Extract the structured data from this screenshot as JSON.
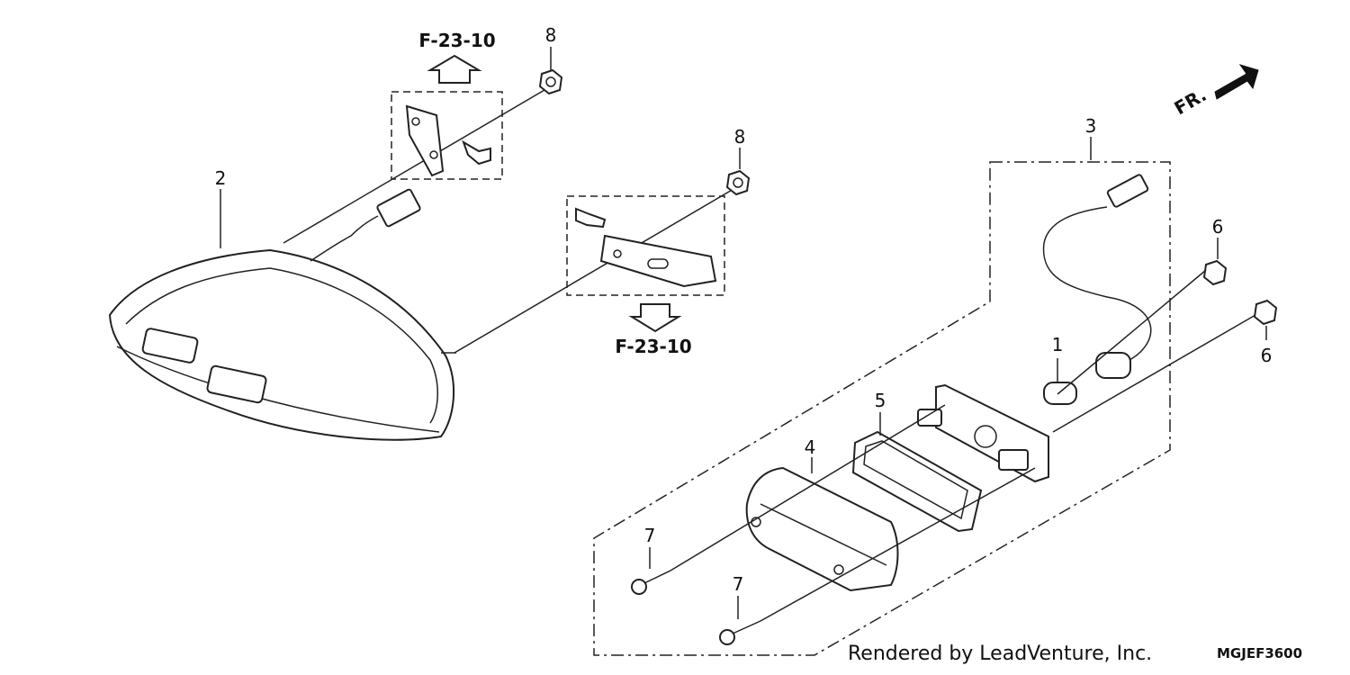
{
  "callouts": {
    "c1": "1",
    "c2": "2",
    "c3": "3",
    "c4": "4",
    "c5": "5",
    "c6a": "6",
    "c6b": "6",
    "c7a": "7",
    "c7b": "7",
    "c8a": "8",
    "c8b": "8"
  },
  "refs": {
    "top": "F-23-10",
    "bottom": "F-23-10"
  },
  "direction_label": "FR.",
  "footer": {
    "credit": "Rendered by LeadVenture, Inc.",
    "diagram_code": "MGJEF3600"
  }
}
